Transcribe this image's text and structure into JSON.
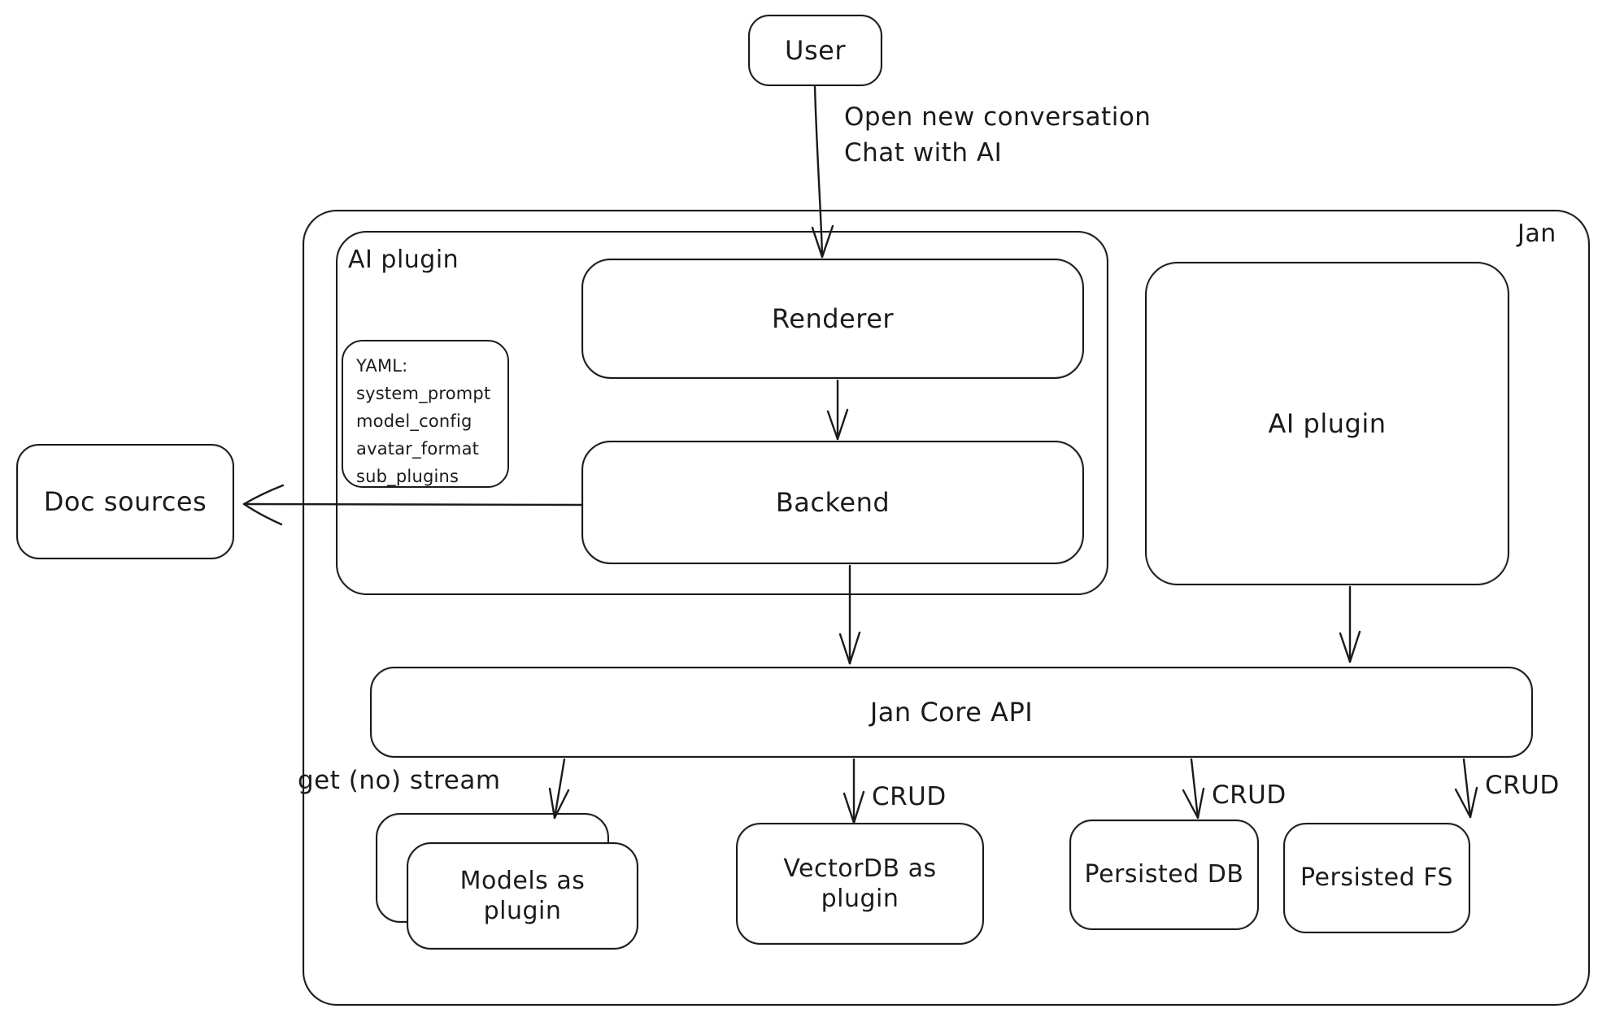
{
  "colors": {
    "stroke": "#1b1b1b",
    "background": "#ffffff"
  },
  "nodes": {
    "user": "User",
    "jan": "Jan",
    "ai_plugin_group": "AI plugin",
    "renderer": "Renderer",
    "backend": "Backend",
    "doc_sources": "Doc sources",
    "ai_plugin": "AI plugin",
    "jan_core_api": "Jan Core API",
    "models_as_plugin": "Models as plugin",
    "vectordb_as_plugin": "VectorDB as plugin",
    "persisted_db": "Persisted DB",
    "persisted_fs": "Persisted FS"
  },
  "yaml_note": {
    "title": "YAML:",
    "lines": [
      "system_prompt",
      "model_config",
      "avatar_format",
      "sub_plugins"
    ]
  },
  "edge_labels": {
    "user_flow_line1": "Open new conversation",
    "user_flow_line2": "Chat with AI",
    "get_stream": "get (no) stream",
    "crud_vectordb": "CRUD",
    "crud_persisted_db": "CRUD",
    "crud_persisted_fs": "CRUD"
  }
}
